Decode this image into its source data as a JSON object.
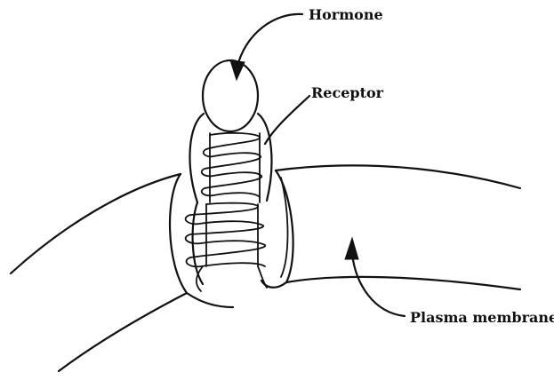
{
  "diagram": {
    "labels": {
      "hormone": "Hormone",
      "receptor": "Receptor",
      "membrane": "Plasma membrane"
    },
    "colors": {
      "ink": "#111111",
      "background": "#ffffff"
    }
  }
}
